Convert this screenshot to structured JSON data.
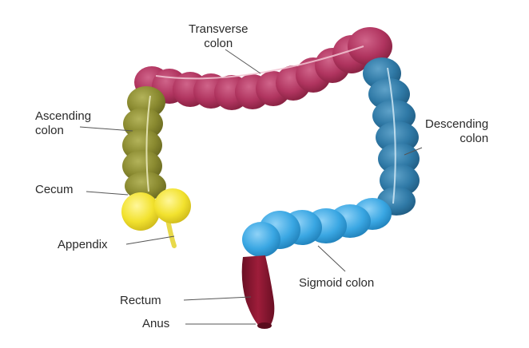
{
  "labels": {
    "transverse": [
      "Transverse",
      "colon"
    ],
    "ascending": [
      "Ascending",
      "colon"
    ],
    "descending": [
      "Descending",
      "colon"
    ],
    "cecum": "Cecum",
    "appendix": "Appendix",
    "sigmoid": "Sigmoid colon",
    "rectum": "Rectum",
    "anus": "Anus"
  },
  "colors": {
    "transverse": "#b0345f",
    "ascending": "#8a8a30",
    "cecum": "#f2e22e",
    "descending": "#2f79a6",
    "sigmoid": "#3aa7e3",
    "rectum": "#8a1530",
    "leader": "#555555"
  }
}
